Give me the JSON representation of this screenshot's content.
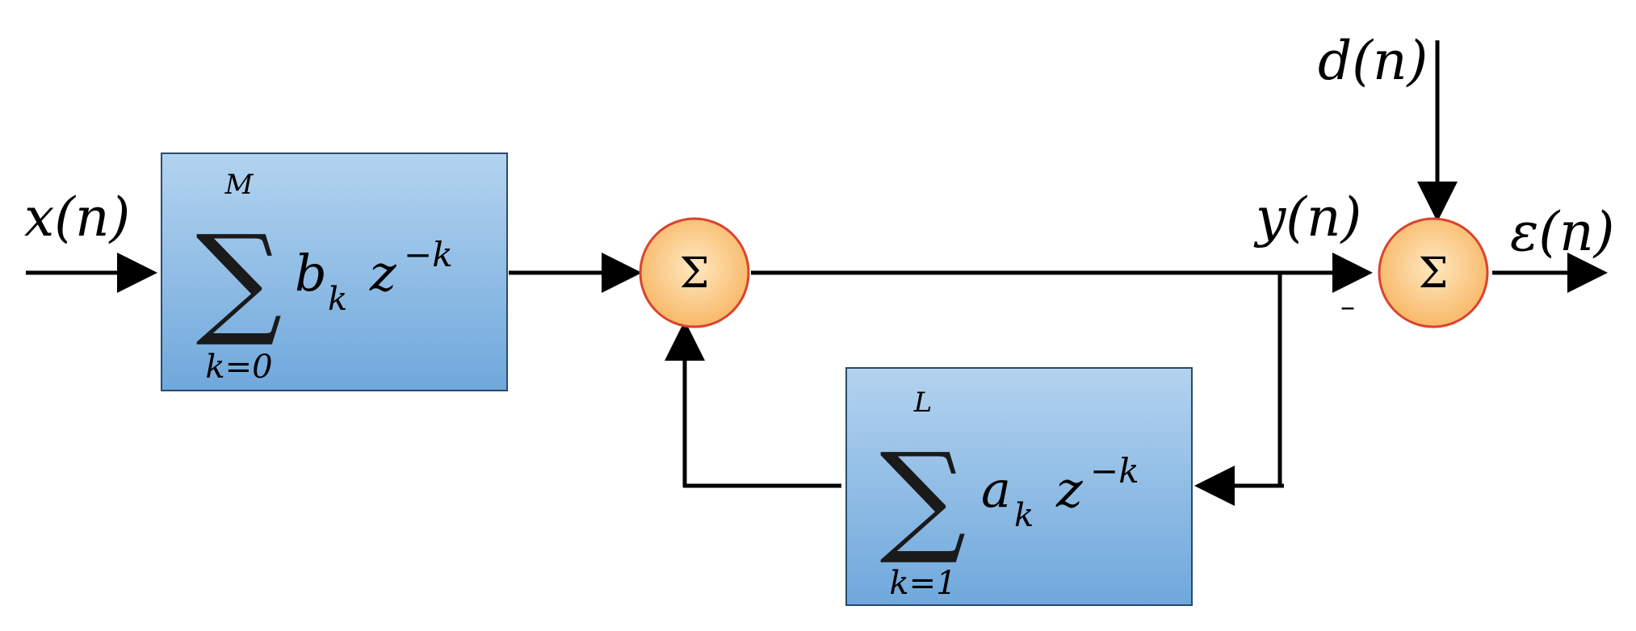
{
  "signals": {
    "input": "x(n)",
    "desired": "d(n)",
    "output": "y(n)",
    "error": "ε(n)",
    "minus_sign": "–"
  },
  "forward_block": {
    "sum_symbol": "∑",
    "upper_limit": "M",
    "lower_limit": "k=0",
    "coefficient": "b",
    "coefficient_subscript": "k",
    "delay_base": "z",
    "delay_exponent": "−k"
  },
  "feedback_block": {
    "sum_symbol": "∑",
    "upper_limit": "L",
    "lower_limit": "k=1",
    "coefficient": "a",
    "coefficient_subscript": "k",
    "delay_base": "z",
    "delay_exponent": "−k"
  },
  "adders": {
    "middle_symbol": "Σ",
    "output_symbol": "Σ"
  },
  "colors": {
    "block_fill_top": "#b3d3ef",
    "block_fill_bottom": "#6fa8dc",
    "block_stroke": "#2a4a6b",
    "adder_fill_center": "#ffe8c2",
    "adder_fill_edge": "#f7b45f",
    "adder_stroke": "#d9432f",
    "wire": "#000000"
  }
}
